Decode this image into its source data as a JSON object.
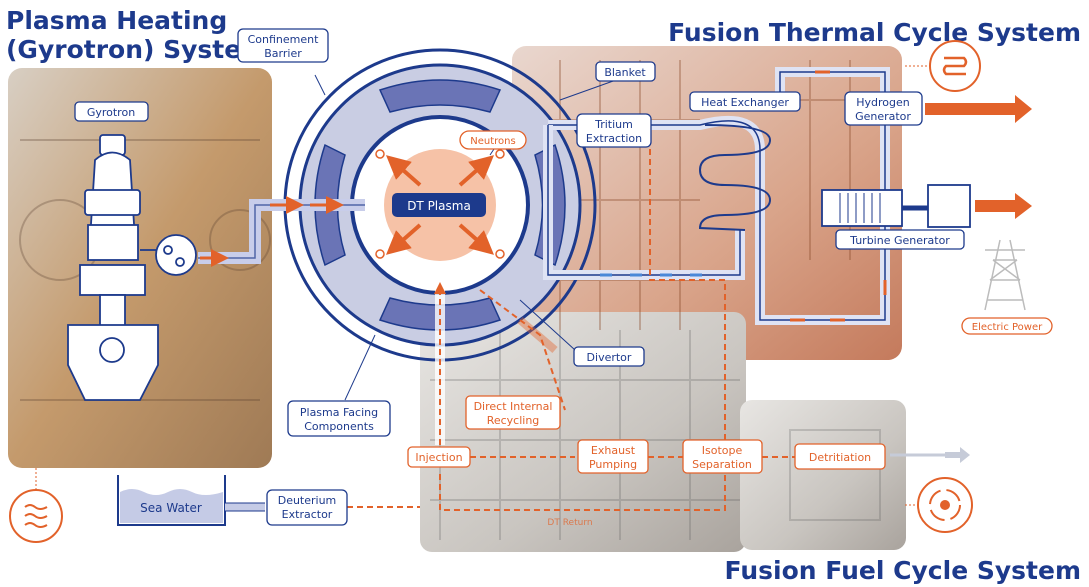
{
  "sections": {
    "plasma_heating": [
      "Plasma Heating",
      "(Gyrotron) System"
    ],
    "thermal": "Fusion Thermal Cycle System",
    "fuel": "Fusion Fuel Cycle System"
  },
  "labels": {
    "confinement_barrier": [
      "Confinement",
      "Barrier"
    ],
    "gyrotron": "Gyrotron",
    "blanket": "Blanket",
    "neutrons": "Neutrons",
    "tritium_extraction": [
      "Tritium",
      "Extraction"
    ],
    "heat_exchanger": "Heat Exchanger",
    "hydrogen_generator": [
      "Hydrogen",
      "Generator"
    ],
    "dt_plasma": "DT Plasma",
    "turbine_generator": "Turbine Generator",
    "electric_power": "Electric Power",
    "divertor": "Divertor",
    "plasma_facing": [
      "Plasma Facing",
      "Components"
    ],
    "direct_internal_recycling": [
      "Direct Internal",
      "Recycling"
    ],
    "injection": "Injection",
    "exhaust_pumping": [
      "Exhaust",
      "Pumping"
    ],
    "isotope_separation": [
      "Isotope",
      "Separation"
    ],
    "detritiation": "Detritiation",
    "sea_water": "Sea Water",
    "deuterium_extractor": [
      "Deuterium",
      "Extractor"
    ],
    "dt_return": "DT Return"
  },
  "colors": {
    "navy": "#1d3a8c",
    "orange": "#e2622a",
    "blanket": "#b9c0dc",
    "blanket_inner": "#6a74b6",
    "plasma": "#f6c2a7",
    "photo_brown": "#c49a6c",
    "photo_gray": "#b8b5b2"
  },
  "icons": [
    "heat-waves-icon",
    "coil-icon",
    "fuel-cycle-icon",
    "power-tower-icon"
  ]
}
